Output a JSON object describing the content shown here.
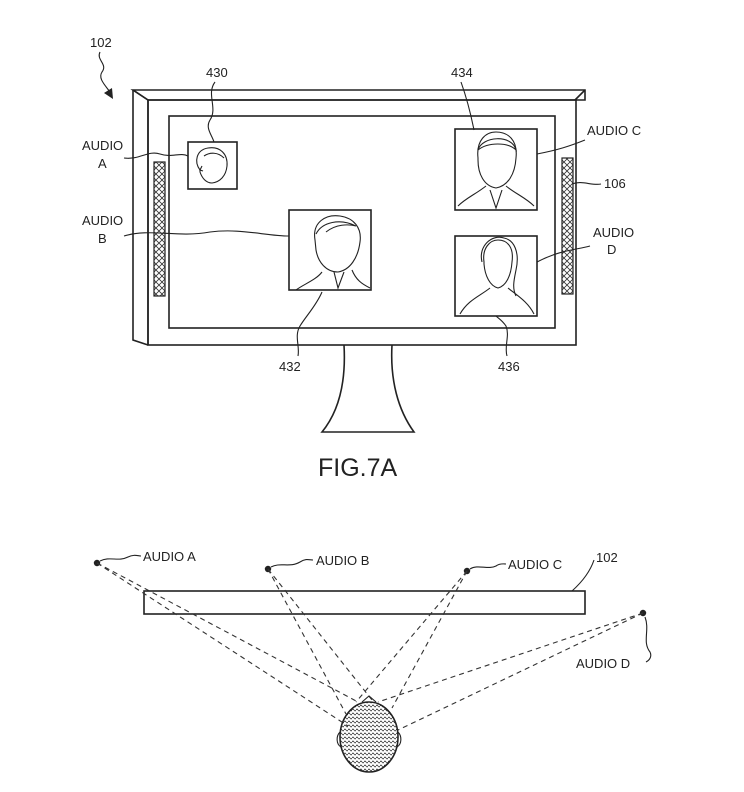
{
  "fig_7a": {
    "caption": "FIG.7A",
    "ref_monitor": "102",
    "ref_speakers": "106",
    "ref_window_a": "430",
    "ref_window_b": "432",
    "ref_window_c": "434",
    "ref_window_d": "436",
    "audio_a_line1": "AUDIO",
    "audio_a_line2": "A",
    "audio_b_line1": "AUDIO",
    "audio_b_line2": "B",
    "audio_c": "AUDIO C",
    "audio_d_line1": "AUDIO",
    "audio_d_line2": "D"
  },
  "fig_7b": {
    "ref_display": "102",
    "audio_a": "AUDIO A",
    "audio_b": "AUDIO B",
    "audio_c": "AUDIO C",
    "audio_d": "AUDIO D"
  }
}
